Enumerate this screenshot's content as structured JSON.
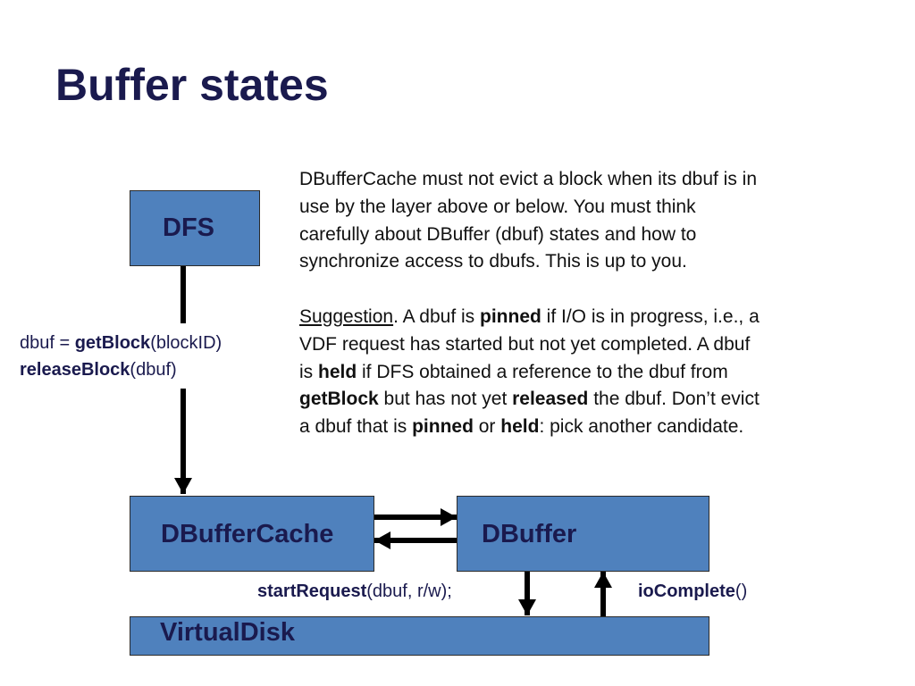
{
  "title": "Buffer states",
  "boxes": {
    "dfs": "DFS",
    "cache": "DBufferCache",
    "dbuffer": "DBuffer",
    "vdisk": "VirtualDisk"
  },
  "calls": {
    "getblock": {
      "prefix": "dbuf = ",
      "fn": "getBlock",
      "args": "(blockID)"
    },
    "release": {
      "fn": "releaseBlock",
      "args": "(dbuf)"
    },
    "start": {
      "fn": "startRequest",
      "args": "(dbuf, r/w);"
    },
    "iocomplete": {
      "fn": "ioComplete",
      "args": "()"
    }
  },
  "description": {
    "para1": [
      "DBufferCache must not evict a block when its dbuf is in",
      "use by the layer above or below.   You must think",
      "carefully about DBuffer (dbuf) states and how to",
      "synchronize access to dbufs.  This is up to you."
    ],
    "para2": {
      "l1": [
        "Suggestion",
        ".  A dbuf is ",
        "pinned",
        " if I/O is in progress, i.e., a"
      ],
      "l2": [
        "VDF request has started but not yet completed.  A dbuf"
      ],
      "l3": [
        "is ",
        "held",
        " if DFS obtained a reference to the dbuf from"
      ],
      "l4": [
        "getBlock",
        " but has not yet ",
        "released",
        " the dbuf.  Don’t evict"
      ],
      "l5": [
        "a dbuf that is ",
        "pinned",
        " or ",
        "held",
        ": pick another candidate."
      ]
    }
  },
  "colors": {
    "box_fill": "#4f81bd",
    "title": "#1a1a4e",
    "arrow": "#000000"
  }
}
